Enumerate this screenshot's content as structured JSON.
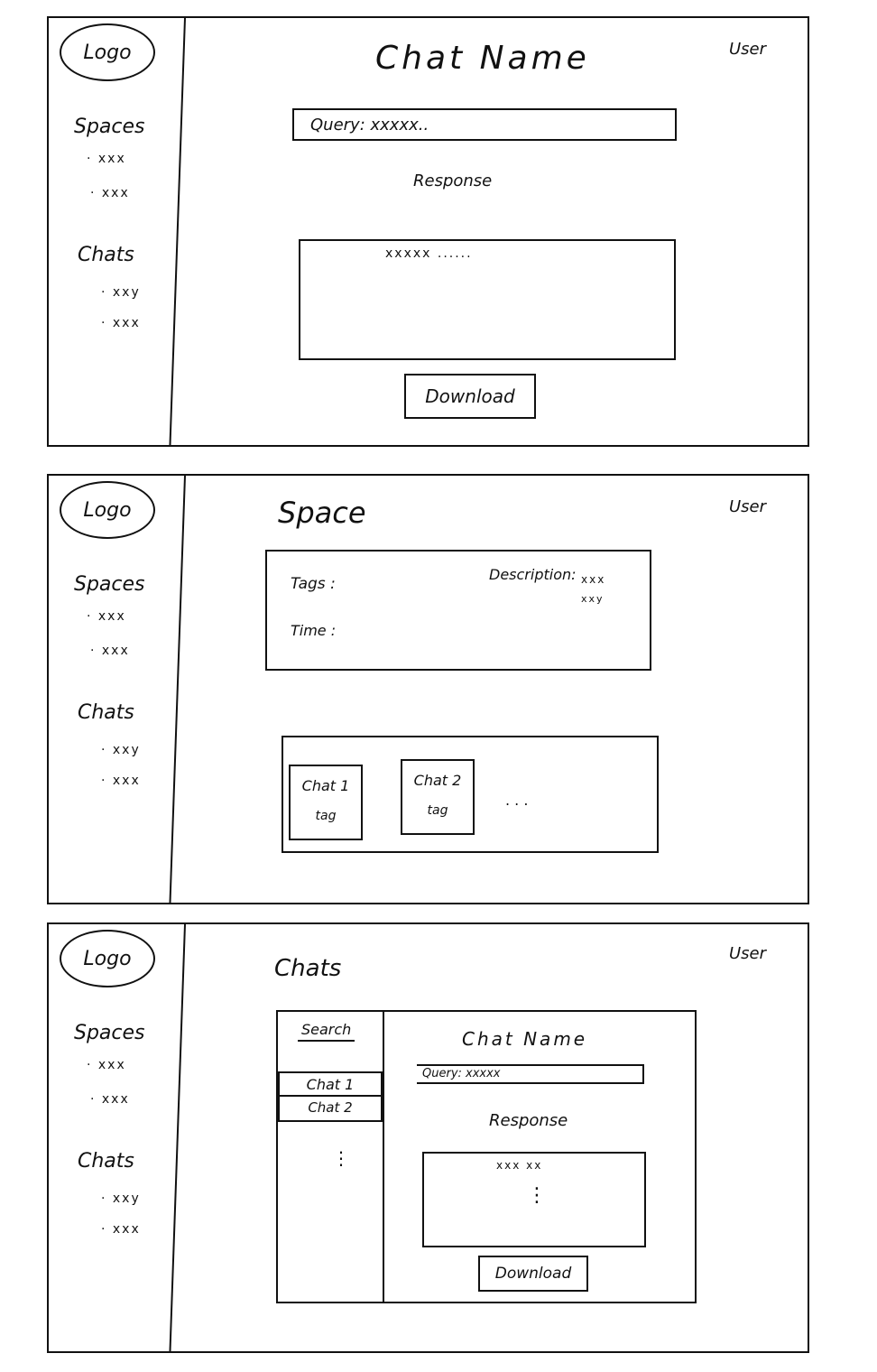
{
  "sidebar": {
    "logo": "Logo",
    "spaces_label": "Spaces",
    "spaces": [
      "· xxx",
      "· xxx"
    ],
    "chats_label": "Chats",
    "chats": [
      "· xxy",
      "· xxx"
    ]
  },
  "user_label": "User",
  "frame1": {
    "title": "Chat Name",
    "query": "Query: xxxxx..",
    "response_label": "Response",
    "response_text": "xxxxx ......",
    "download": "Download"
  },
  "frame2": {
    "title": "Space",
    "tags_label": "Tags :",
    "time_label": "Time :",
    "description_label": "Description:",
    "description_values": [
      "xxx",
      "xxy"
    ],
    "chat_cards": [
      {
        "name": "Chat 1",
        "tag": "tag"
      },
      {
        "name": "Chat 2",
        "tag": "tag"
      }
    ],
    "more": ". . ."
  },
  "frame3": {
    "title": "Chats",
    "search": "Search",
    "chat_list": [
      "Chat 1",
      "Chat 2"
    ],
    "list_more": "⋮",
    "chat_title": "Chat Name",
    "query": "Query: xxxxx",
    "response_label": "Response",
    "response_text": "xxx xx",
    "response_more": "⋮",
    "download": "Download"
  }
}
